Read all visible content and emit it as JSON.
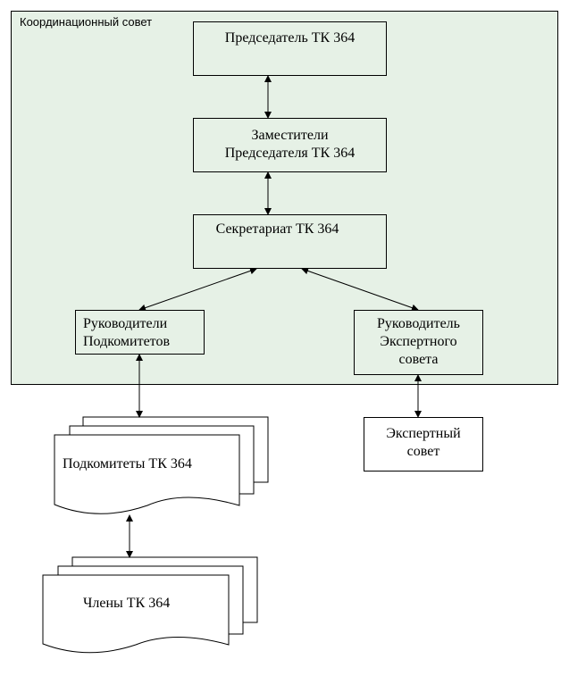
{
  "diagram": {
    "frame_label": "Координационный совет",
    "chairman": "Председатель ТК 364",
    "deputies_line1": "Заместители",
    "deputies_line2": "Председателя ТК 364",
    "secretariat": "Секретариат ТК 364",
    "sub_heads_line1": "Руководители",
    "sub_heads_line2": "Подкомитетов",
    "expert_head_line1": "Руководитель",
    "expert_head_line2": "Экспертного",
    "expert_head_line3": "совета",
    "expert_council_line1": "Экспертный",
    "expert_council_line2": "совет",
    "subcommittees": "Подкомитеты ТК 364",
    "members": "Члены ТК 364"
  }
}
